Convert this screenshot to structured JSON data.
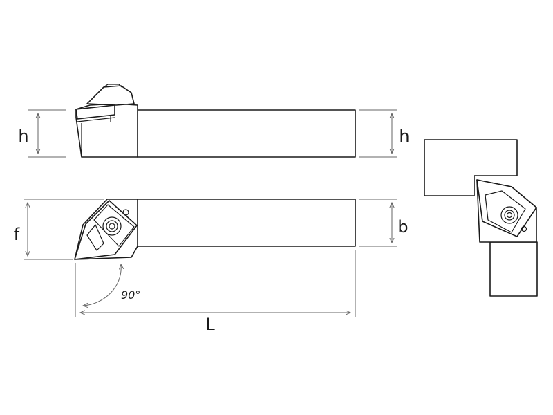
{
  "labels": {
    "h_left": "h",
    "h_right": "h",
    "f": "f",
    "b": "b",
    "L": "L",
    "angle": "90°"
  },
  "colors": {
    "line": "#1a1a1a",
    "dimension": "#666666",
    "background": "#ffffff"
  }
}
